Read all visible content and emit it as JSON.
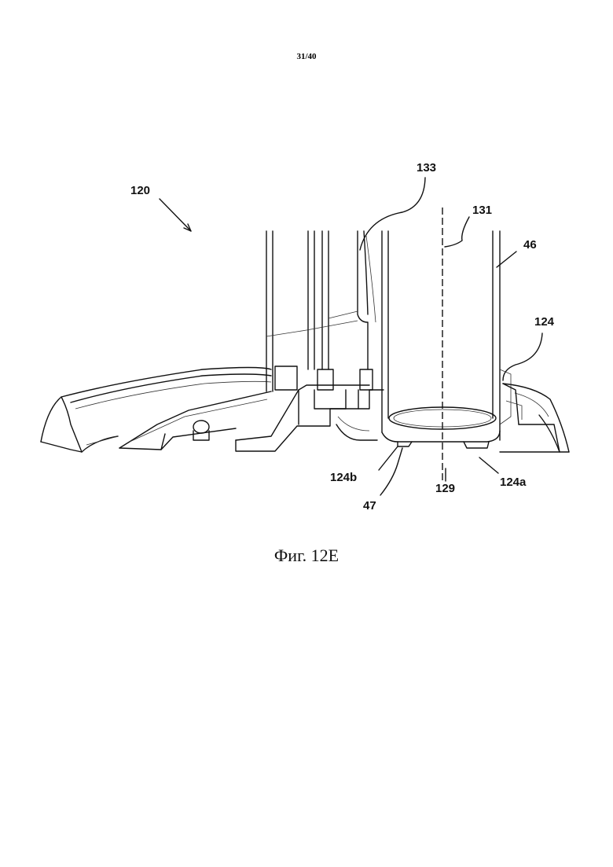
{
  "page_number": "31/40",
  "caption": "Фиг. 12E",
  "reference_labels": {
    "l120": "120",
    "l133": "133",
    "l131": "131",
    "l46": "46",
    "l124": "124",
    "l124b": "124b",
    "l47": "47",
    "l129": "129",
    "l124a": "124a"
  }
}
